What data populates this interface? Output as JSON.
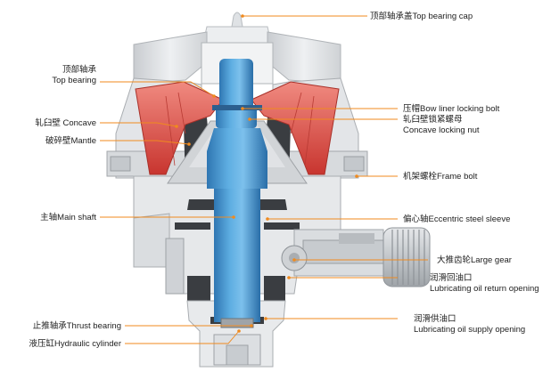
{
  "labels": {
    "top_bearing_cap": "顶部轴承盖Top bearing cap",
    "top_bearing_cn": "顶部轴承",
    "top_bearing_en": "Top bearing",
    "bowl_liner_bolt": "压帽Bow liner locking bolt",
    "concave_nut_cn": "轧臼壁锁紧螺母",
    "concave_nut_en": "Concave locking nut",
    "concave": "轧臼壁 Concave",
    "mantle": "破碎壁Mantle",
    "frame_bolt": "机架螺栓Frame bolt",
    "main_shaft": "主轴Main shaft",
    "eccentric_sleeve": "偏心轴Eccentric steel sleeve",
    "large_gear": "大推齿轮Large gear",
    "oil_return_cn": "润滑回油口",
    "oil_return_en": "Lubricating oil return opening",
    "thrust_bearing": "止推轴承Thrust bearing",
    "oil_supply_cn": "润滑供油口",
    "oil_supply_en": "Lubricating oil supply opening",
    "hydraulic_cylinder": "液压缸Hydraulic cylinder"
  },
  "colors": {
    "leader": "#f08a1e",
    "shaft": "#4a98cf",
    "concave": "#d8463f",
    "body": "#e2e4e6",
    "section": "#3a3d41"
  }
}
